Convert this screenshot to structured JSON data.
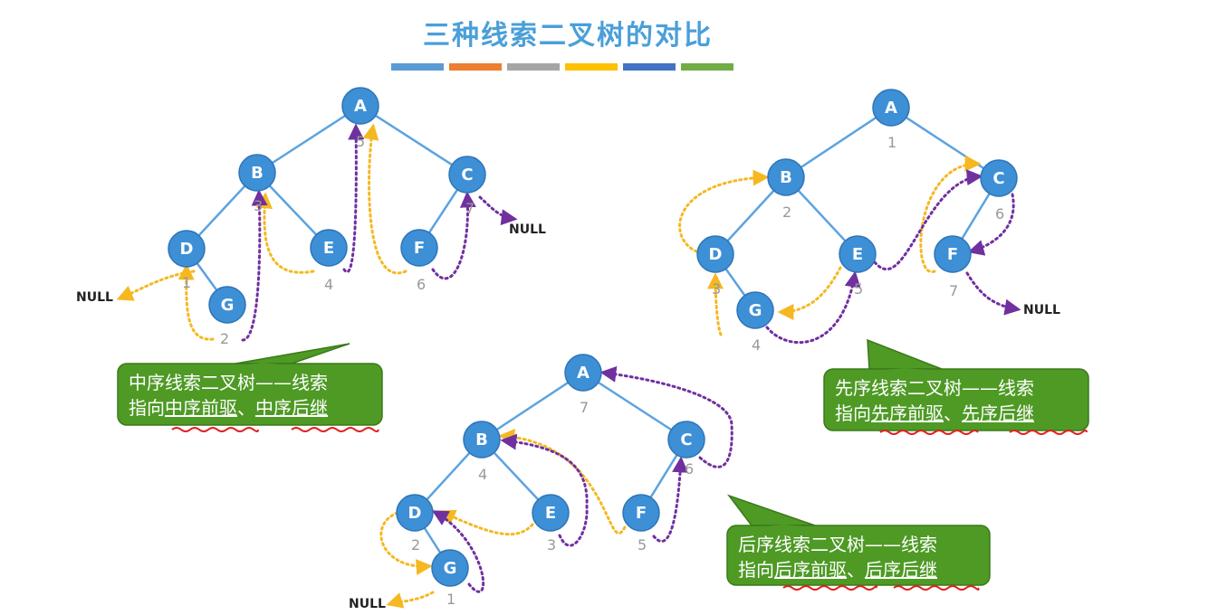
{
  "title": "三种线索二叉树的对比",
  "stripe_colors": [
    "#5b9bd5",
    "#ed7d31",
    "#a5a5a5",
    "#ffc000",
    "#4472c4",
    "#70ad47"
  ],
  "colors": {
    "node_fill": "#3d8fd6",
    "node_stroke": "#2e75b6",
    "edge": "#5ba3e0",
    "pred_thread": "#f5b820",
    "succ_thread": "#7030a0",
    "callout_fill": "#4e9a25",
    "callout_stroke": "#3a7a1a",
    "wavy_underline": "#e02020"
  },
  "null_text": "NULL",
  "trees": [
    {
      "id": "inorder",
      "nodes": [
        {
          "id": "A",
          "order": "5"
        },
        {
          "id": "B",
          "order": "3"
        },
        {
          "id": "C",
          "order": "7"
        },
        {
          "id": "D",
          "order": "1"
        },
        {
          "id": "E",
          "order": "4"
        },
        {
          "id": "F",
          "order": "6"
        },
        {
          "id": "G",
          "order": "2"
        }
      ],
      "callout": {
        "line1": "中序线索二叉树——线索",
        "line2_prefix": "指向",
        "pred": "中序前驱",
        "sep": "、",
        "succ": "中序后继"
      }
    },
    {
      "id": "preorder",
      "nodes": [
        {
          "id": "A",
          "order": "1"
        },
        {
          "id": "B",
          "order": "2"
        },
        {
          "id": "C",
          "order": "6"
        },
        {
          "id": "D",
          "order": "3"
        },
        {
          "id": "E",
          "order": "5"
        },
        {
          "id": "F",
          "order": "7"
        },
        {
          "id": "G",
          "order": "4"
        }
      ],
      "callout": {
        "line1": "先序线索二叉树——线索",
        "line2_prefix": "指向",
        "pred": "先序前驱",
        "sep": "、",
        "succ": "先序后继"
      }
    },
    {
      "id": "postorder",
      "nodes": [
        {
          "id": "A",
          "order": "7"
        },
        {
          "id": "B",
          "order": "4"
        },
        {
          "id": "C",
          "order": "6"
        },
        {
          "id": "D",
          "order": "2"
        },
        {
          "id": "E",
          "order": "3"
        },
        {
          "id": "F",
          "order": "5"
        },
        {
          "id": "G",
          "order": "1"
        }
      ],
      "callout": {
        "line1": "后序线索二叉树——线索",
        "line2_prefix": "指向",
        "pred": "后序前驱",
        "sep": "、",
        "succ": "后序后继"
      }
    }
  ]
}
